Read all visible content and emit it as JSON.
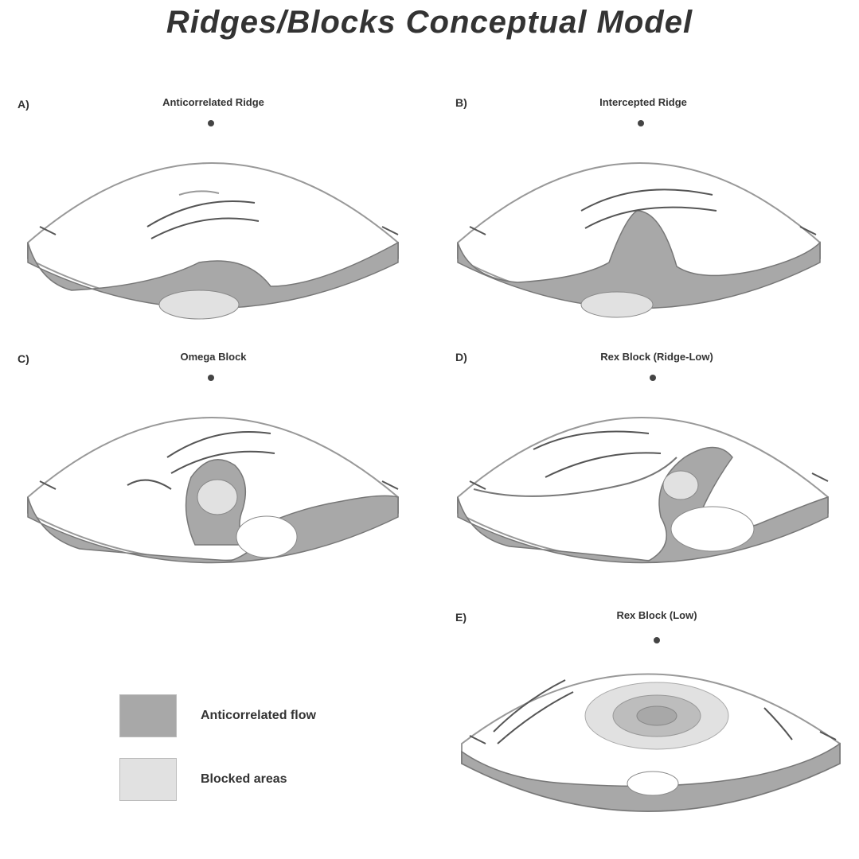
{
  "title": "Ridges/Blocks Conceptual Model",
  "panels": [
    {
      "label": "A)",
      "title": "Anticorrelated Ridge"
    },
    {
      "label": "B)",
      "title": "Intercepted Ridge"
    },
    {
      "label": "C)",
      "title": "Omega Block"
    },
    {
      "label": "D)",
      "title": "Rex Block (Ridge-Low)"
    },
    {
      "label": "E)",
      "title": "Rex Block (Low)"
    }
  ],
  "legend": [
    {
      "label": "Anticorrelated flow",
      "swatch": "dark"
    },
    {
      "label": "Blocked areas",
      "swatch": "light"
    }
  ],
  "colors": {
    "dark_fill": "#a8a8a8",
    "light_fill": "#e1e1e1",
    "line": "#555555"
  }
}
